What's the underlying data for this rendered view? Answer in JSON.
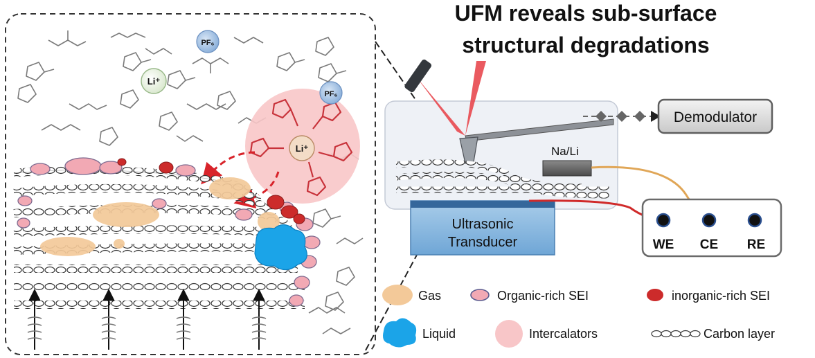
{
  "title": {
    "line1": "UFM reveals sub-surface",
    "line2": "structural degradations"
  },
  "molecules": {
    "ion_li": "Li⁺",
    "ion_pf6": "PF₆"
  },
  "setup": {
    "demodulator": "Demodulator",
    "counter_electrode": "Na/Li",
    "transducer_line1": "Ultrasonic",
    "transducer_line2": "Transducer",
    "electrodes": [
      "WE",
      "CE",
      "RE"
    ]
  },
  "legend": [
    {
      "key": "gas",
      "label": "Gas"
    },
    {
      "key": "organic_sei",
      "label": "Organic-rich SEI"
    },
    {
      "key": "inorganic_sei",
      "label": "inorganic-rich SEI"
    },
    {
      "key": "liquid",
      "label": "Liquid"
    },
    {
      "key": "intercalators",
      "label": "Intercalators"
    },
    {
      "key": "carbon",
      "label": "Carbon layer"
    }
  ],
  "colors": {
    "gas": "#f3c999",
    "organic_sei": "#f2a9b4",
    "inorganic_sei": "#cc2b2b",
    "liquid": "#1ba4e8",
    "intercalators": "#f8c6c8",
    "laser": "#e8484f",
    "transducer": "#7fb3dc",
    "wire_red": "#d02a2a",
    "wire_orange": "#e0a657"
  }
}
